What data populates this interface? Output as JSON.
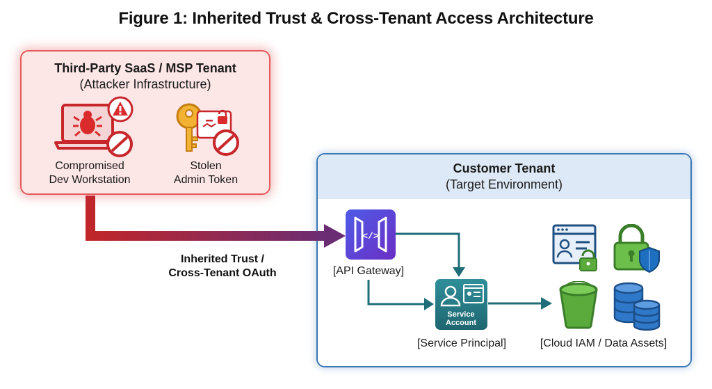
{
  "title": "Figure 1: Inherited Trust & Cross-Tenant Access Architecture",
  "attacker_tenant": {
    "title": "Third-Party SaaS / MSP Tenant",
    "subtitle": "(Attacker Infrastructure)",
    "items": [
      {
        "line1": "Compromised",
        "line2": "Dev Workstation"
      },
      {
        "line1": "Stolen",
        "line2": "Admin Token"
      }
    ]
  },
  "customer_tenant": {
    "title": "Customer Tenant",
    "subtitle": "(Target Environment)",
    "api_gateway_label": "[API Gateway]",
    "service_account": {
      "line1": "Service",
      "line2": "Account"
    },
    "service_principal_label": "[Service Principal]",
    "cloud_assets_label": "[Cloud IAM / Data Assets]"
  },
  "edge_label": {
    "line1": "Inherited Trust /",
    "line2": "Cross-Tenant OAuth"
  },
  "icons": [
    "laptop-malware-icon",
    "warning-icon",
    "blocked-icon",
    "key-icon",
    "lock-icon",
    "api-gateway-icon",
    "service-account-icon",
    "identity-card-icon",
    "padlock-shield-icon",
    "storage-bucket-icon",
    "database-icon"
  ],
  "colors": {
    "attacker_red": "#e55a5a",
    "customer_blue": "#3b78b6",
    "gateway_purple": "#5b3fd1",
    "flow_teal": "#1f6d78",
    "bucket_green": "#5aaa3c"
  }
}
